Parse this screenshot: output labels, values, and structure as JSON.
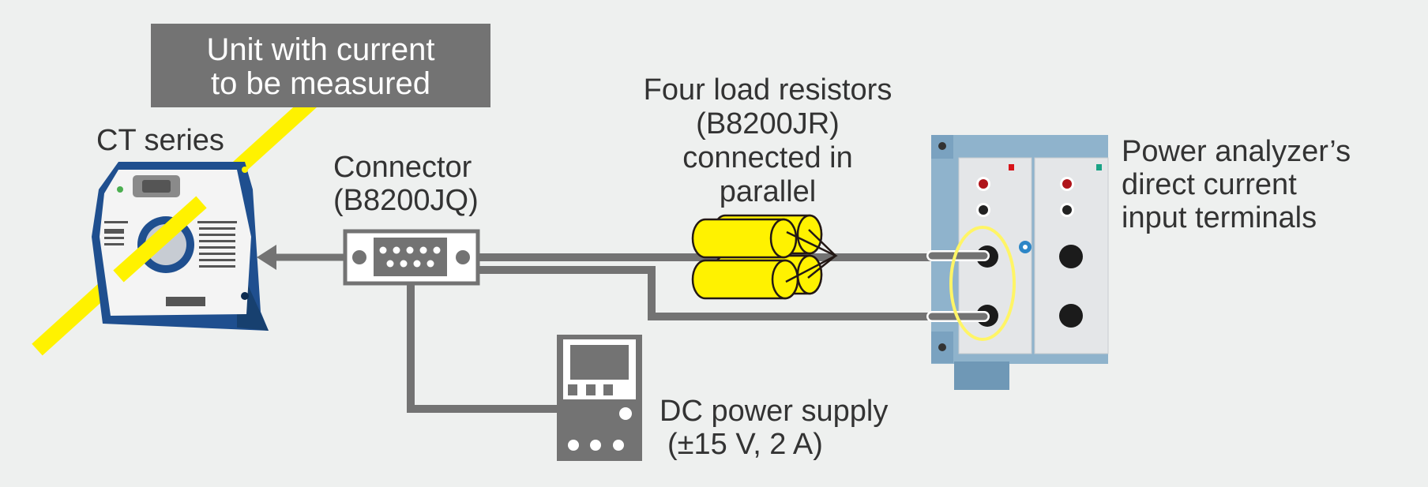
{
  "colors": {
    "background": "#eef0ef",
    "wire": "#737373",
    "conductor": "#fff200",
    "label_box": "#737373",
    "text": "#333333",
    "sensor_body": "#1f4f8f",
    "analyzer_frame": "#8fb3cc"
  },
  "labels": {
    "unit_box": [
      "Unit with current",
      "to be measured"
    ],
    "ct_series": "CT series",
    "connector": [
      "Connector",
      "(B8200JQ)"
    ],
    "resistors": [
      "Four load resistors",
      "(B8200JR)",
      "connected in",
      "parallel"
    ],
    "analyzer": [
      "Power analyzer’s",
      "direct current",
      "input terminals"
    ],
    "power_supply": [
      "DC power supply",
      "(±15 V, 2 A)"
    ]
  },
  "icons": {
    "sensor": "ct-current-sensor-photo",
    "connector": "d-sub-9-connector",
    "resistors": "cylinder-resistor-bundle",
    "power_supply": "power-supply-unit",
    "analyzer": "power-analyzer-input-module-photo",
    "arrow": "arrow-left"
  }
}
